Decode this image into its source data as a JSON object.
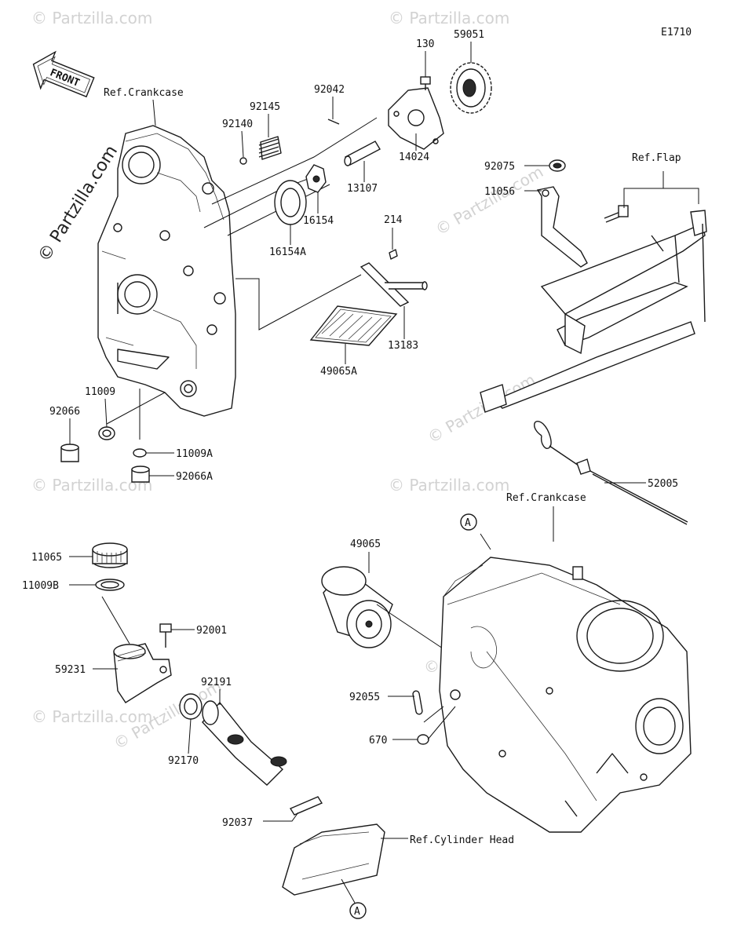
{
  "diagram": {
    "code": "E1710",
    "front_label": "FRONT",
    "watermark": "© Partzilla.com",
    "watermark_small": "© Partzilla.com",
    "refs": {
      "crankcase_top": "Ref.Crankcase",
      "crankcase_bottom": "Ref.Crankcase",
      "flap": "Ref.Flap",
      "cylinder_head": "Ref.Cylinder Head"
    },
    "callouts": {
      "a_top": "A",
      "a_bottom": "A"
    },
    "parts": {
      "p130": "130",
      "p59051": "59051",
      "p92042": "92042",
      "p92145": "92145",
      "p92140": "92140",
      "p13107": "13107",
      "p14024": "14024",
      "p16154": "16154",
      "p16154A": "16154A",
      "p214": "214",
      "p13183": "13183",
      "p49065A": "49065A",
      "p92075": "92075",
      "p11056": "11056",
      "p11009": "11009",
      "p92066": "92066",
      "p11009A": "11009A",
      "p92066A": "92066A",
      "p52005": "52005",
      "p11065": "11065",
      "p11009B": "11009B",
      "p92001": "92001",
      "p59231": "59231",
      "p92191": "92191",
      "p92170": "92170",
      "p92037": "92037",
      "p49065": "49065",
      "p92055": "92055",
      "p670": "670"
    }
  }
}
